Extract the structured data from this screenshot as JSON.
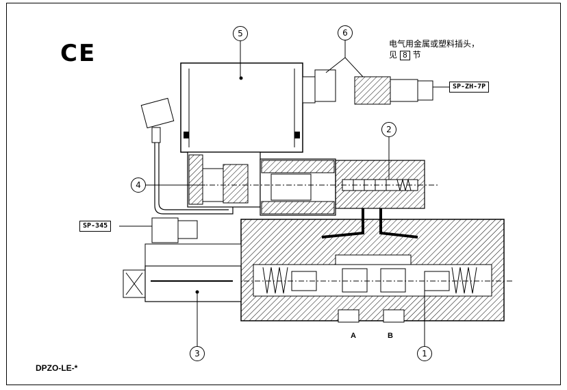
{
  "marks": {
    "ce": "CE"
  },
  "note": {
    "line1": "电气用金属或塑料插头，",
    "line2_prefix": "见",
    "line2_box": "8",
    "line2_suffix": "节"
  },
  "connector_refs": {
    "top_right": "SP-ZH-7P",
    "left": "SP-345"
  },
  "callouts": {
    "c1": "1",
    "c2": "2",
    "c3": "3",
    "c4": "4",
    "c5": "5",
    "c6": "6"
  },
  "ports": {
    "a": "A",
    "b": "B"
  },
  "model_code": "DPZO-LE-*",
  "colors": {
    "line": "#000000",
    "background": "#ffffff"
  }
}
